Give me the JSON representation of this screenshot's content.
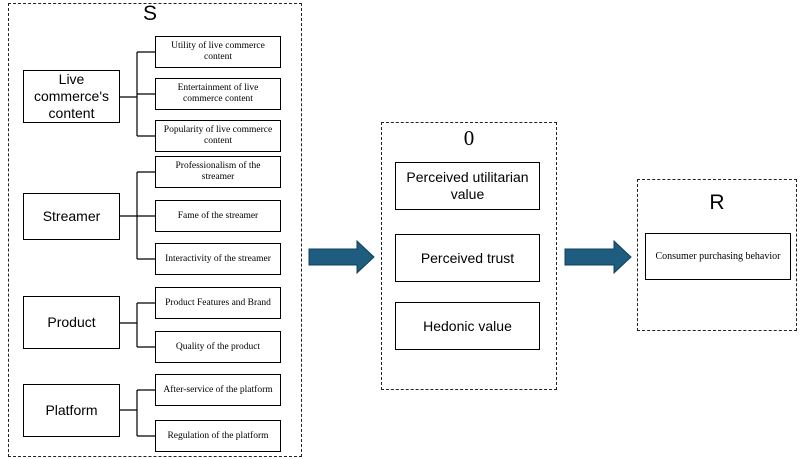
{
  "s_panel": {
    "header": "S",
    "groups": [
      {
        "label": "Live commerce's content",
        "items": [
          "Utility of live commerce content",
          "Entertainment of live commerce content",
          "Popularity of live commerce content"
        ]
      },
      {
        "label": "Streamer",
        "items": [
          "Professionalism of the streamer",
          "Fame of the streamer",
          "Interactivity of the streamer"
        ]
      },
      {
        "label": "Product",
        "items": [
          "Product Features and Brand",
          "Quality of the product"
        ]
      },
      {
        "label": "Platform",
        "items": [
          "After-service of the platform",
          "Regulation of the platform"
        ]
      }
    ]
  },
  "o_panel": {
    "header": "0",
    "items": [
      "Perceived utilitarian value",
      "Perceived trust",
      "Hedonic value"
    ]
  },
  "r_panel": {
    "header": "R",
    "items": [
      "Consumer purchasing behavior"
    ]
  },
  "colors": {
    "arrow": "#1f5d80",
    "arrow_stroke": "#123f58",
    "border": "#000000"
  }
}
